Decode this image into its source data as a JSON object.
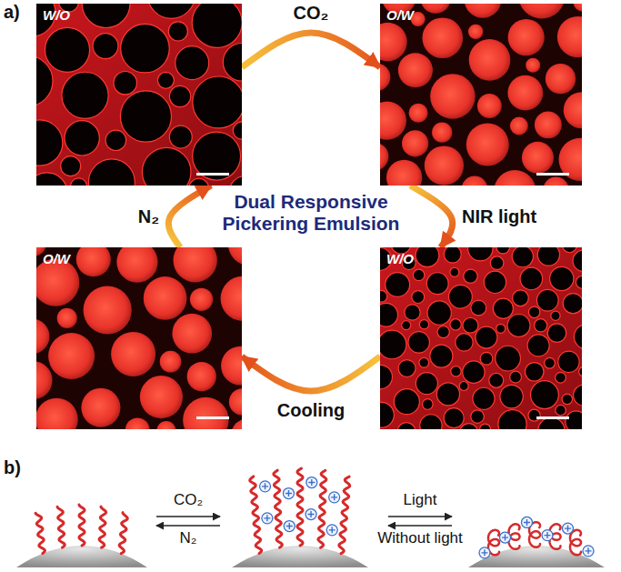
{
  "diagram": {
    "nodes": [
      {
        "text": [
          "W/O"
        ]
      },
      {
        "text": [
          "O/W"
        ]
      },
      {
        "text": [
          "O/W"
        ]
      },
      {
        "text": [
          "W/O"
        ]
      }
    ],
    "edges": [
      {
        "from": 0,
        "to": 1,
        "arrow": "to",
        "label": "CO₂"
      },
      {
        "from": 1,
        "to": 3,
        "arrow": "to",
        "label": "NIR light"
      },
      {
        "from": 3,
        "to": 2,
        "arrow": "to",
        "label": "Cooling"
      },
      {
        "from": 2,
        "to": 0,
        "arrow": "to",
        "label": "N₂"
      }
    ],
    "labels": [
      "a)",
      "Dual Responsive Pickering Emulsion",
      "b)",
      "CO₂",
      "N₂",
      "Light",
      "Without light"
    ]
  }
}
